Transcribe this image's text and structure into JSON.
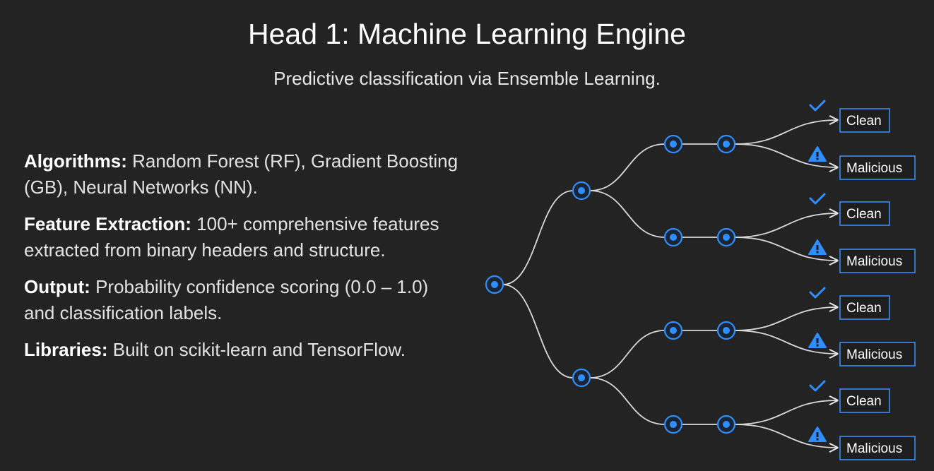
{
  "header": {
    "title": "Head 1: Machine Learning Engine",
    "subtitle": "Predictive classification via Ensemble Learning."
  },
  "points": [
    {
      "label": "Algorithms:",
      "text": " Random Forest (RF), Gradient Boosting (GB), Neural Networks (NN)."
    },
    {
      "label": "Feature Extraction:",
      "text": " 100+ comprehensive features extracted from binary headers and structure."
    },
    {
      "label": "Output:",
      "text": " Probability confidence scoring (0.0 – 1.0) and classification labels."
    },
    {
      "label": "Libraries:",
      "text": " Built on scikit-learn and TensorFlow."
    }
  ],
  "tree": {
    "outputs": [
      {
        "label": "Clean",
        "icon": "check-icon"
      },
      {
        "label": "Malicious",
        "icon": "warning-icon"
      },
      {
        "label": "Clean",
        "icon": "check-icon"
      },
      {
        "label": "Malicious",
        "icon": "warning-icon"
      },
      {
        "label": "Clean",
        "icon": "check-icon"
      },
      {
        "label": "Malicious",
        "icon": "warning-icon"
      },
      {
        "label": "Clean",
        "icon": "check-icon"
      },
      {
        "label": "Malicious",
        "icon": "warning-icon"
      }
    ]
  },
  "colors": {
    "background": "#232323",
    "node": "#2f8fff",
    "box_border": "#3b8df0",
    "line": "#d9d9d9"
  }
}
